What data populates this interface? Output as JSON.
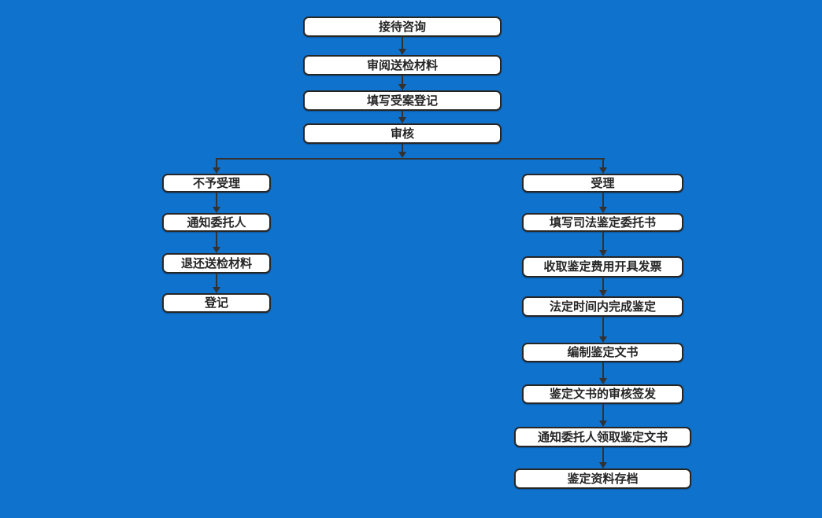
{
  "flowchart": {
    "description": "流程图",
    "main_column": {
      "nodes": [
        "接待咨询",
        "审阅送检材料",
        "填写受案登记",
        "审核"
      ]
    },
    "left_branch": {
      "nodes": [
        "不予受理",
        "通知委托人",
        "退还送检材料",
        "登记"
      ]
    },
    "right_branch": {
      "nodes": [
        "受理",
        "填写司法鉴定委托书",
        "收取鉴定费用开具发票",
        "法定时间内完成鉴定",
        "编制鉴定文书",
        "鉴定文书的审核签发",
        "通知委托人领取鉴定文书",
        "鉴定资料存档"
      ]
    },
    "colors": {
      "background": "#0f72cd",
      "node_fill": "#ffffff",
      "node_border": "#262626",
      "node_text": "#262626",
      "connector": "#323232"
    }
  }
}
